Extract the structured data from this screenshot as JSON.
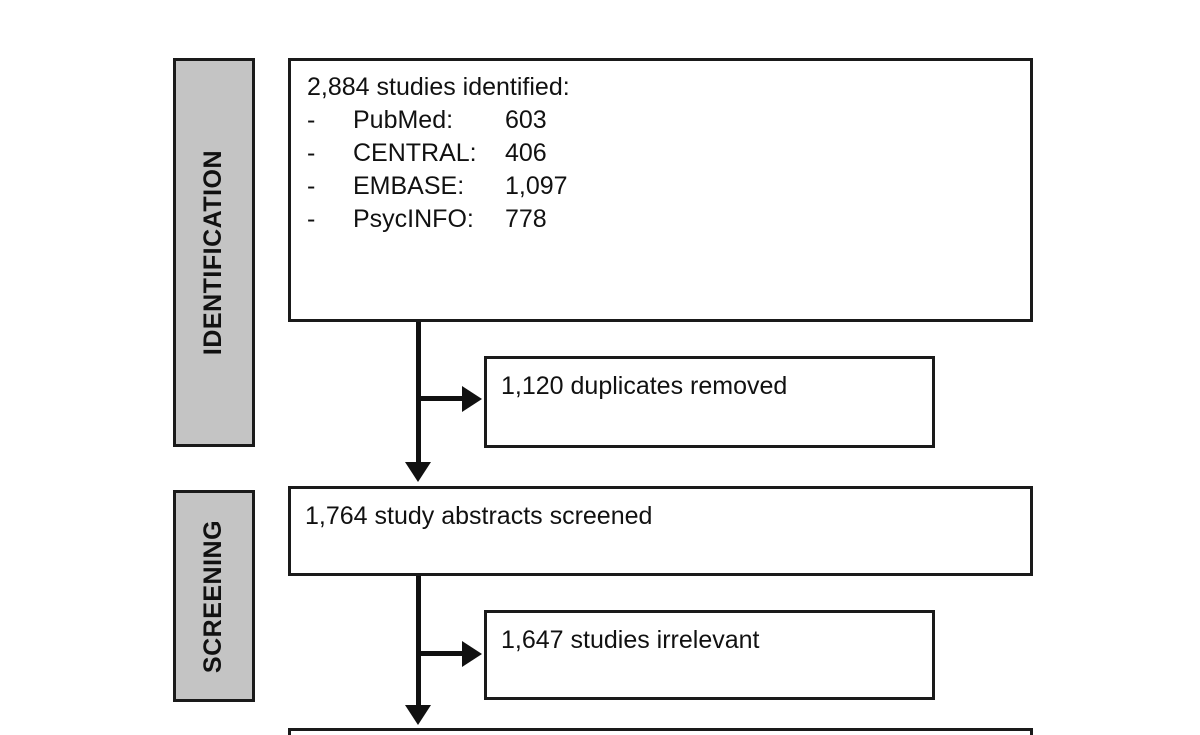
{
  "diagram": {
    "title": "PRISMA study selection flow diagram",
    "colors": {
      "phase_bar_fill": "#c4c4c4",
      "border": "#1a1a1a",
      "text": "#111111",
      "background": "#ffffff"
    }
  },
  "phases": [
    {
      "id": "identification",
      "label": "IDENTIFICATION"
    },
    {
      "id": "screening",
      "label": "SCREENING"
    }
  ],
  "boxes": {
    "identified": {
      "headline": "2,884 studies identified:",
      "sources": [
        {
          "bullet": "-",
          "name": "PubMed:",
          "count": "603"
        },
        {
          "bullet": "-",
          "name": "CENTRAL:",
          "count": "406"
        },
        {
          "bullet": "-",
          "name": "EMBASE:",
          "count": "1,097"
        },
        {
          "bullet": "-",
          "name": "PsycINFO:",
          "count": "778"
        }
      ]
    },
    "duplicates_removed": {
      "text": "1,120 duplicates removed"
    },
    "abstracts_screened": {
      "text": "1,764 study abstracts screened"
    },
    "studies_irrelevant": {
      "text": "1,647 studies irrelevant"
    }
  },
  "chart_data": {
    "type": "diagram",
    "title": "PRISMA study selection flow diagram",
    "nodes": [
      {
        "id": "identified",
        "phase": "IDENTIFICATION",
        "label": "2,884 studies identified:",
        "value": 2884
      },
      {
        "id": "pubmed",
        "phase": "IDENTIFICATION",
        "label": "PubMed:",
        "value": 603
      },
      {
        "id": "central",
        "phase": "IDENTIFICATION",
        "label": "CENTRAL:",
        "value": 406
      },
      {
        "id": "embase",
        "phase": "IDENTIFICATION",
        "label": "EMBASE:",
        "value": 1097
      },
      {
        "id": "psycinfo",
        "phase": "IDENTIFICATION",
        "label": "PsycINFO:",
        "value": 778
      },
      {
        "id": "duplicates_removed",
        "phase": "IDENTIFICATION",
        "label": "1,120 duplicates removed",
        "value": 1120
      },
      {
        "id": "abstracts_screened",
        "phase": "SCREENING",
        "label": "1,764 study abstracts screened",
        "value": 1764
      },
      {
        "id": "studies_irrelevant",
        "phase": "SCREENING",
        "label": "1,647 studies irrelevant",
        "value": 1647
      }
    ],
    "edges": [
      {
        "from": "identified",
        "to": "duplicates_removed",
        "kind": "exclusion"
      },
      {
        "from": "identified",
        "to": "abstracts_screened",
        "kind": "flow"
      },
      {
        "from": "abstracts_screened",
        "to": "studies_irrelevant",
        "kind": "exclusion"
      },
      {
        "from": "abstracts_screened",
        "to": "next-stage",
        "kind": "flow"
      }
    ]
  }
}
